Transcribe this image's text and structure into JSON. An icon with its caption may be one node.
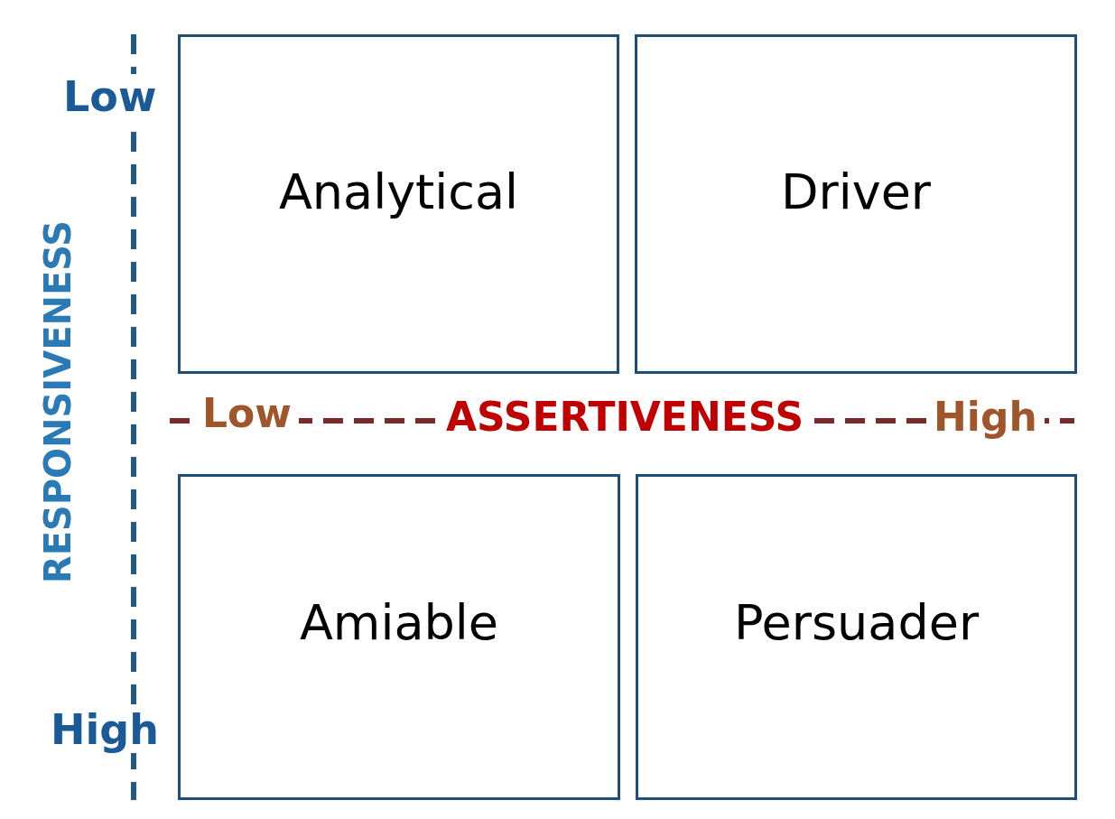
{
  "diagram": {
    "nodes": [
      {
        "text": [
          "Analytical"
        ]
      },
      {
        "text": [
          "Driver"
        ]
      },
      {
        "text": [
          "Amiable"
        ]
      },
      {
        "text": [
          "Persuader"
        ]
      }
    ],
    "labels": [
      "Low",
      "RESPONSIVENESS",
      "Low",
      "ASSERTIVENESS",
      "High",
      "High"
    ]
  }
}
